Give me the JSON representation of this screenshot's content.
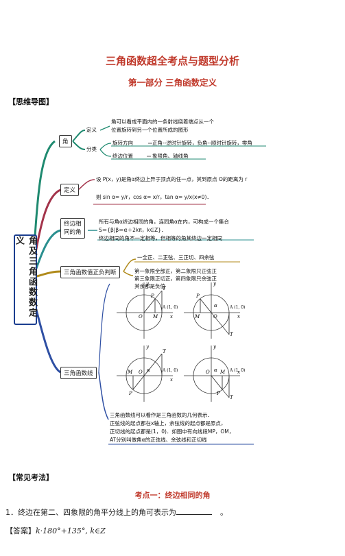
{
  "doc_title": "三角函数超全考点与题型分析",
  "part_title": "第一部分  三角函数定义",
  "mindmap_heading": "【思维导图】",
  "mindmap": {
    "root": "角及三角函数数定义",
    "angle": {
      "label": "角",
      "def_label": "定义",
      "def_text_1": "角可以看成平面内的一条射线绕着端点从一个",
      "def_text_2": "位置旋转到另一个位置所成的图形",
      "class_label": "分类",
      "rot_label": "旋转方向",
      "rot_text": "正角--逆时针旋转，负角--顺时针旋转，零角",
      "term_label": "终边位置",
      "term_text": "象限角、轴线角"
    },
    "definition": {
      "label": "定义",
      "line1": "设 P(x，y)是角α终边上异于顶点的任一点，其到原点 O的距离为 r",
      "line2": "则 sin  α= y/r，cos  α= x/r，tan  α= y/x(x≠0)．"
    },
    "coterminal": {
      "label1": "终边相",
      "label2": "同的角",
      "line1": "所有与角α终边相同的角，连同角α在内，可构成一个集合",
      "line2": "S＝{β|β＝α＋2kπ，k∈Z}．",
      "line3": "终边相同的角不一定相等，但相等的角其终边一定相同"
    },
    "signs": {
      "label": "三角函数值正负判断",
      "mnemonic": "一全正、二正弦、三正切、四余弦",
      "line1": "第一象限全部正，第二象限只正弦正",
      "line2": "第三象限正切正，第四象限只余弦正",
      "line3": "其余都是负值"
    },
    "lines": {
      "label": "三角函数线",
      "desc1": "三角函数线可以看作是三角函数的几何表示．",
      "desc2": "正弦线的起点都在x轴上，余弦线的起点都是原点，",
      "desc3": "正切线的起点都是(1，0)．如图中有向线段MP，OM，",
      "desc4": "AT分别叫做角α的正弦线、余弦线和正切线"
    },
    "fig_labels": {
      "y": "y",
      "x": "x",
      "O": "O",
      "M": "M",
      "P": "P",
      "T": "T",
      "A": "A (1, 0)",
      "alpha": "α"
    }
  },
  "common_heading": "【常见考法】",
  "topic1_title": "考点一：终边相同的角",
  "question1": "1．终边在第二、四象限的角平分线上的角可表示为",
  "question1_end": "。",
  "answer_label": "【答案】",
  "answer_math": "k·180°+135°, k∈Z",
  "colors": {
    "title_red": "#c0392b",
    "branch_teal": "#1f8a70",
    "branch_maroon": "#a3334a",
    "branch_teal2": "#2a8f8f",
    "branch_olive": "#b08a1a",
    "branch_blue": "#2e4fa3"
  }
}
